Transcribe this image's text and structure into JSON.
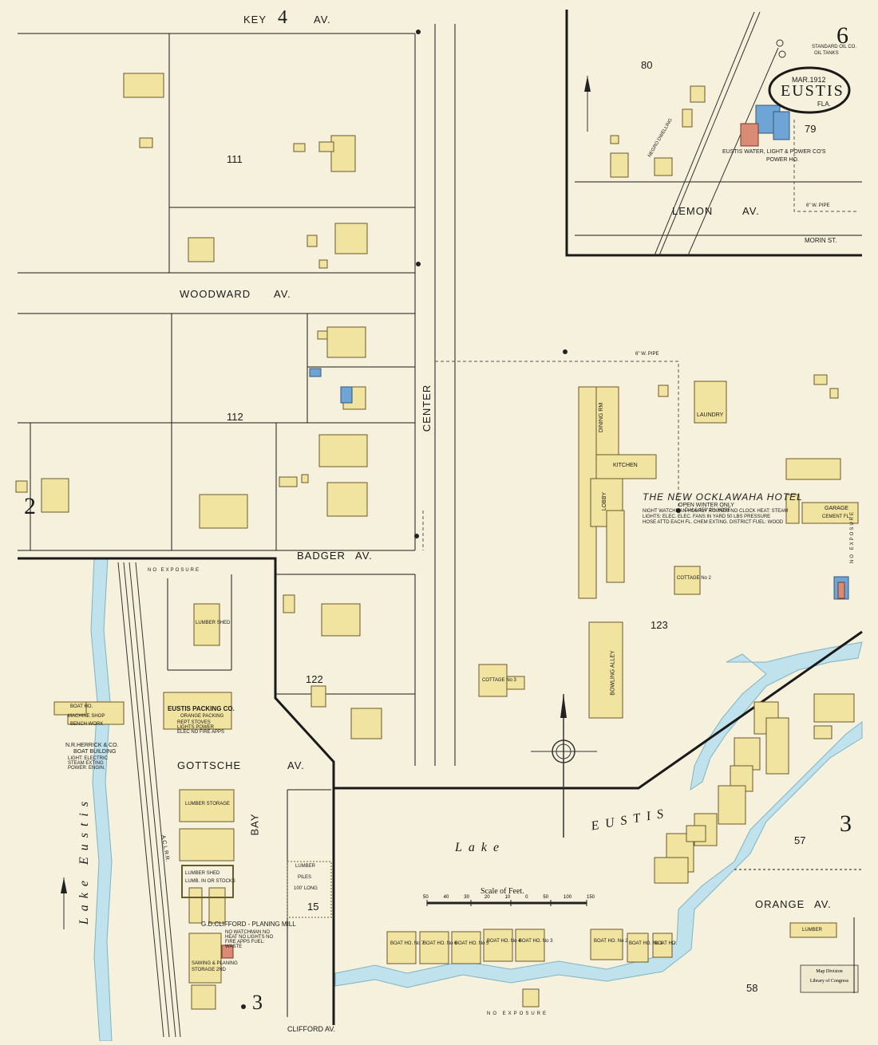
{
  "sheet": {
    "number": "6",
    "date": "MAR.1912",
    "city": "EUSTIS",
    "state": "FLA."
  },
  "streets": {
    "key_av": "KEY",
    "key_av_num": "4",
    "key_av_suffix": "AV.",
    "woodward": "WOODWARD",
    "woodward_av": "AV.",
    "badger": "BADGER",
    "badger_av": "AV.",
    "gottsche": "GOTTSCHE",
    "gottsche_av": "AV.",
    "lemon": "LEMON",
    "lemon_av": "AV.",
    "orange": "ORANGE",
    "orange_av": "AV.",
    "center": "CENTER",
    "bay": "BAY",
    "morin": "MORIN ST.",
    "clifford": "CLIFFORD AV."
  },
  "blocks": [
    "111",
    "112",
    "122",
    "123",
    "80",
    "79",
    "57",
    "58",
    "15"
  ],
  "adjacent_sheets": [
    "2",
    "3",
    "3"
  ],
  "water": {
    "lake_center": "Lake",
    "lake_center_name": "EUSTIS",
    "lake_west": "Lake Eustis"
  },
  "hotel": {
    "name": "THE NEW OCKLAWAHA HOTEL",
    "note1": "OPEN WINTER ONLY",
    "note2": "NIGHT WATCHMAN HOURLY ROUNDS NO CLOCK HEAT: STEAM",
    "note3": "LIGHTS: ELEC. ELEC. FANS IN YARD 50 LBS PRESSURE",
    "note4": "HOSE ATTD EACH FL. CHEM EXTING. DISTRICT FUEL: WOOD",
    "kitchen": "KITCHEN",
    "lobby": "LOBBY",
    "dining": "DINING RM",
    "bowling": "BOWLING ALLEY",
    "laundry": "LAUNDRY",
    "garage": "GARAGE",
    "garage_note": "CEMENT FL.",
    "cottage2": "COTTAGE No 2",
    "cottage3": "COTTAGE No 3",
    "hose": "D.H.& 150' 2½ HOSE"
  },
  "industrial": {
    "packing": "EUSTIS PACKING CO.",
    "packing_sub": "ORANGE PACKING",
    "packing_note": "REPT STOVES LIGHTS POWER ELEC NO FIRE APPS",
    "herrick": "N.R.HERRICK & CO.",
    "herrick_sub": "BOAT BUILDING",
    "herrick_note": "LIGHT: ELECTRIC STEAM EXTING POWER: ENGIN.",
    "machine": "MACHINE SHOP",
    "bench": "BENCH WORK",
    "boat_ho": "BOAT HO.",
    "lumber_shed": "LUMBER SHED",
    "lumber_storage": "LUMBER STORAGE",
    "lumber_shed2": "LUMBER SHED",
    "lumber_shed2_sub": "LUMB. IN OR STOCKS",
    "lumber_piles": "LUMBER",
    "lumber_piles2": "PILES",
    "lumber_piles3": "100' LONG",
    "clifford_mill": "G.D.CLIFFORD - PLANING MILL",
    "clifford_note": "NO WATCHMAN NO HEAT NO LIGHTS NO FIRE APPS FUEL: WASTE",
    "sawing": "SAWING & PLANING",
    "sawing_sub": "STORAGE 2ND",
    "water_light": "EUSTIS WATER, LIGHT & POWER CO'S",
    "power_ho": "POWER HO.",
    "standard": "STANDARD OIL CO.",
    "standard_sub": "OIL TANKS",
    "negro": "NEGRO DWELLING",
    "lumber_ll": "LUMBER"
  },
  "boathouses": [
    "BOAT HO. No 7",
    "BOAT HO. No 6",
    "BOAT HO. No 5",
    "BOAT HO. No 4",
    "BOAT HO. No 3",
    "BOAT HO. No 2",
    "BOAT HO. No 1",
    "BOAT HO."
  ],
  "scale": {
    "title": "Scale of Feet.",
    "ticks": [
      "50",
      "40",
      "30",
      "20",
      "10",
      "0",
      "50",
      "100",
      "150"
    ]
  },
  "pipes": {
    "pipe6": "6\" W. PIPE",
    "pipe6b": "6\" W. PIPE"
  },
  "exposure": {
    "no1": "NO EXPOSURE",
    "no2": "NO EXPOSURE",
    "no3": "NO EXPOSURE"
  },
  "railroad": "A.C.L.R.R.",
  "stamp": {
    "line1": "Map Division",
    "line2": "Library of Congress"
  },
  "colors": {
    "paper": "#f6f1dc",
    "frame": "#1a1a1a",
    "dwelling": "#f1e3a0",
    "brick": "#d98b76",
    "stone": "#6fa4d6",
    "water": "#bfe2ec",
    "ink": "#2b2b2b"
  }
}
